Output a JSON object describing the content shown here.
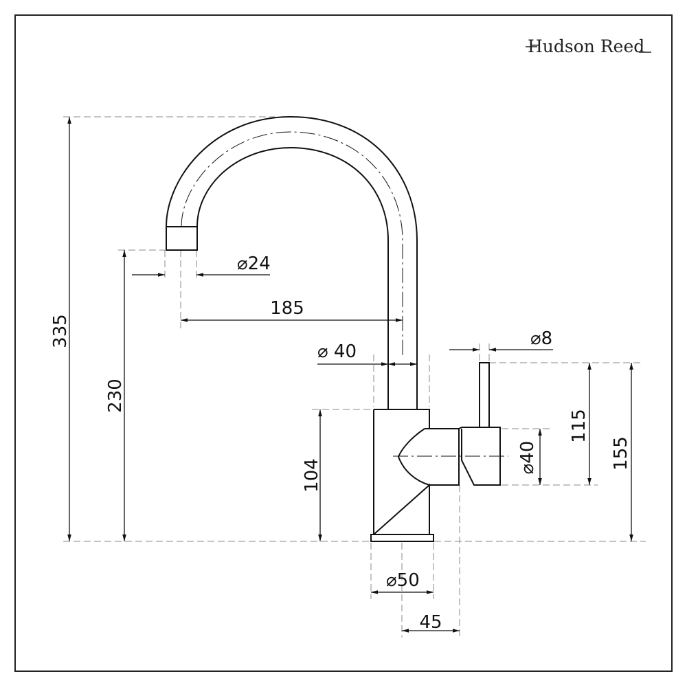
{
  "brand": "Hudson Reed",
  "dimensions": {
    "total_height": "335",
    "spout_height": "230",
    "spout_diameter": "⌀24",
    "spout_reach": "185",
    "body_diameter_top": "⌀ 40",
    "handle_diameter": "⌀8",
    "lever_height": "115",
    "overall_lever_height": "155",
    "body_height": "104",
    "lever_hub_diameter": "⌀40",
    "base_diameter": "⌀50",
    "base_offset": "45"
  }
}
